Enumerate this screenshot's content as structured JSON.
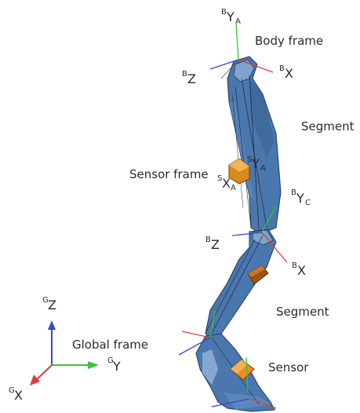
{
  "labels": {
    "body_frame": "Body frame",
    "segment_upper": "Segment",
    "segment_lower": "Segment",
    "sensor_frame": "Sensor frame",
    "sensor": "Sensor",
    "global_frame": "Global frame"
  },
  "axis_labels": {
    "body_y_a": {
      "sup": "B",
      "main": "Y",
      "sub": "A"
    },
    "body_z_top": {
      "sup": "B",
      "main": "Z"
    },
    "body_x_top": {
      "sup": "B",
      "main": "X"
    },
    "sensor_y_a": {
      "sup": "S",
      "main": "Y",
      "sub": "A"
    },
    "sensor_x_a": {
      "sup": "S",
      "main": "X",
      "sub": "A"
    },
    "body_y_c": {
      "sup": "B",
      "main": "Y",
      "sub": "C"
    },
    "body_z_mid": {
      "sup": "B",
      "main": "Z"
    },
    "body_x_mid": {
      "sup": "B",
      "main": "X"
    },
    "global_z": {
      "sup": "G",
      "main": "Z"
    },
    "global_y": {
      "sup": "G",
      "main": "Y"
    },
    "global_x": {
      "sup": "G",
      "main": "X"
    }
  },
  "colors": {
    "segment_fill": "#4a77ad",
    "segment_stroke": "#223c60",
    "sensor_fill": "#d98a1f",
    "axis_x": "#e23b3b",
    "axis_y": "#35c435",
    "axis_z": "#2f48d4",
    "text": "#2b2b2b"
  }
}
